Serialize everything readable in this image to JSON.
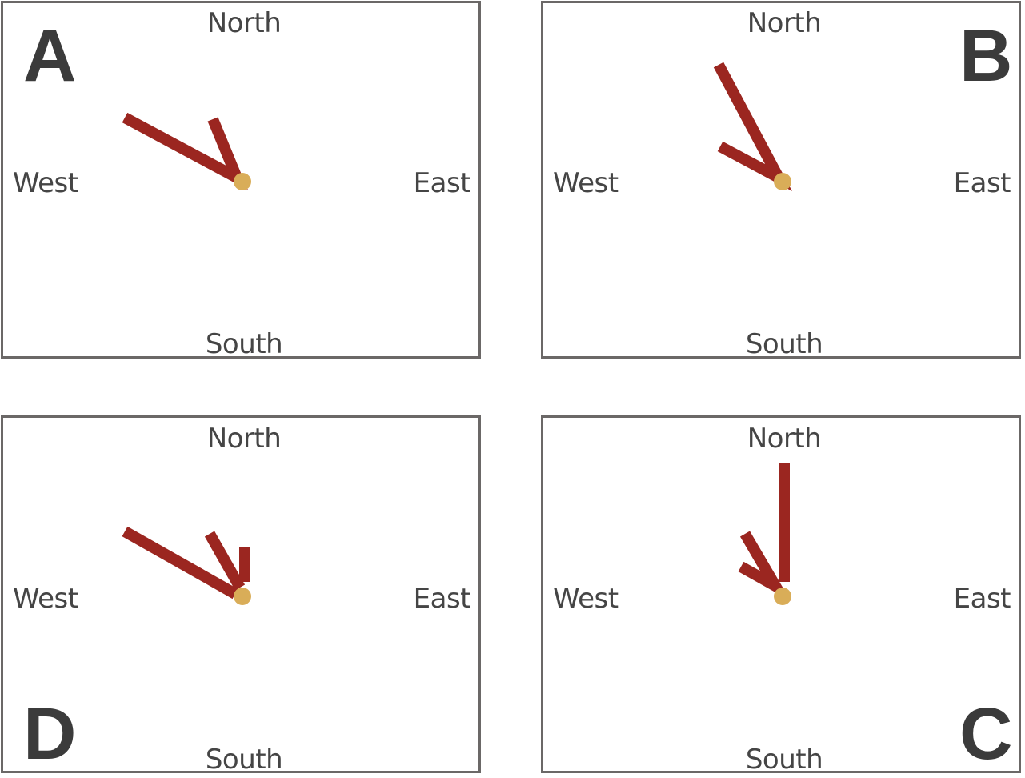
{
  "directions": {
    "north": "North",
    "south": "South",
    "west": "West",
    "east": "East"
  },
  "panels": [
    {
      "letter": "A"
    },
    {
      "letter": "B"
    },
    {
      "letter": "D"
    },
    {
      "letter": "C"
    }
  ],
  "colors": {
    "needle": "#9b2620",
    "center_dot": "#d9ad58",
    "frame": "#6b6867",
    "text": "#454545"
  }
}
